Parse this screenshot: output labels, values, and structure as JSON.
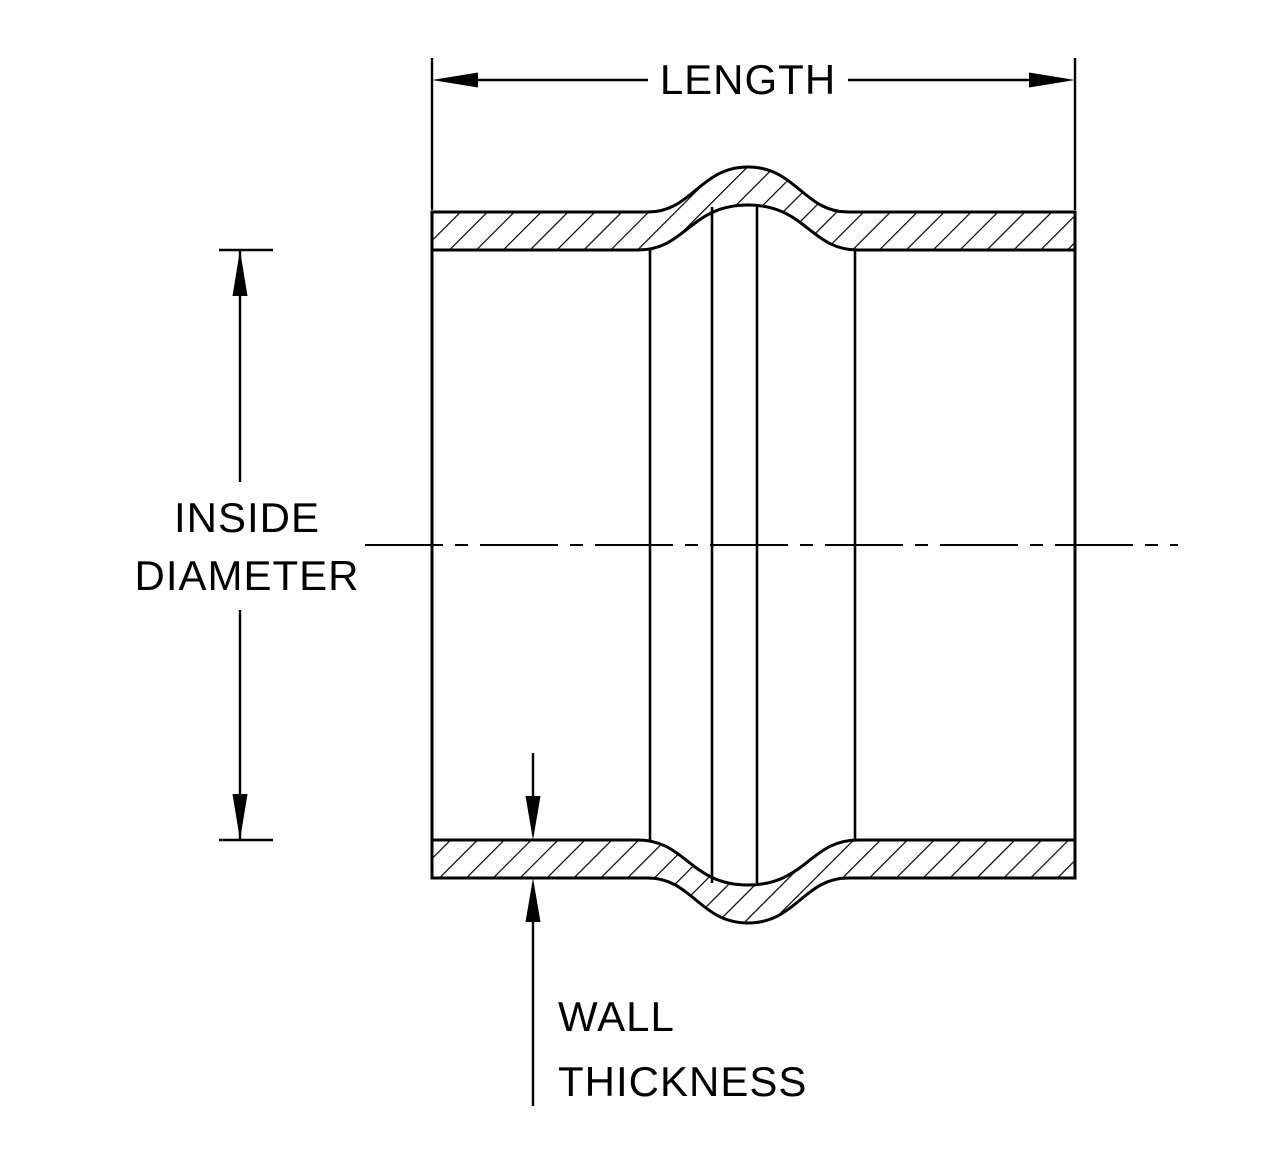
{
  "diagram": {
    "colors": {
      "line": "#000000",
      "background": "#ffffff"
    },
    "labels": {
      "length": "LENGTH",
      "inside_line1": "INSIDE",
      "inside_line2": "DIAMETER",
      "wall_line1": "WALL",
      "wall_line2": "THICKNESS"
    }
  }
}
